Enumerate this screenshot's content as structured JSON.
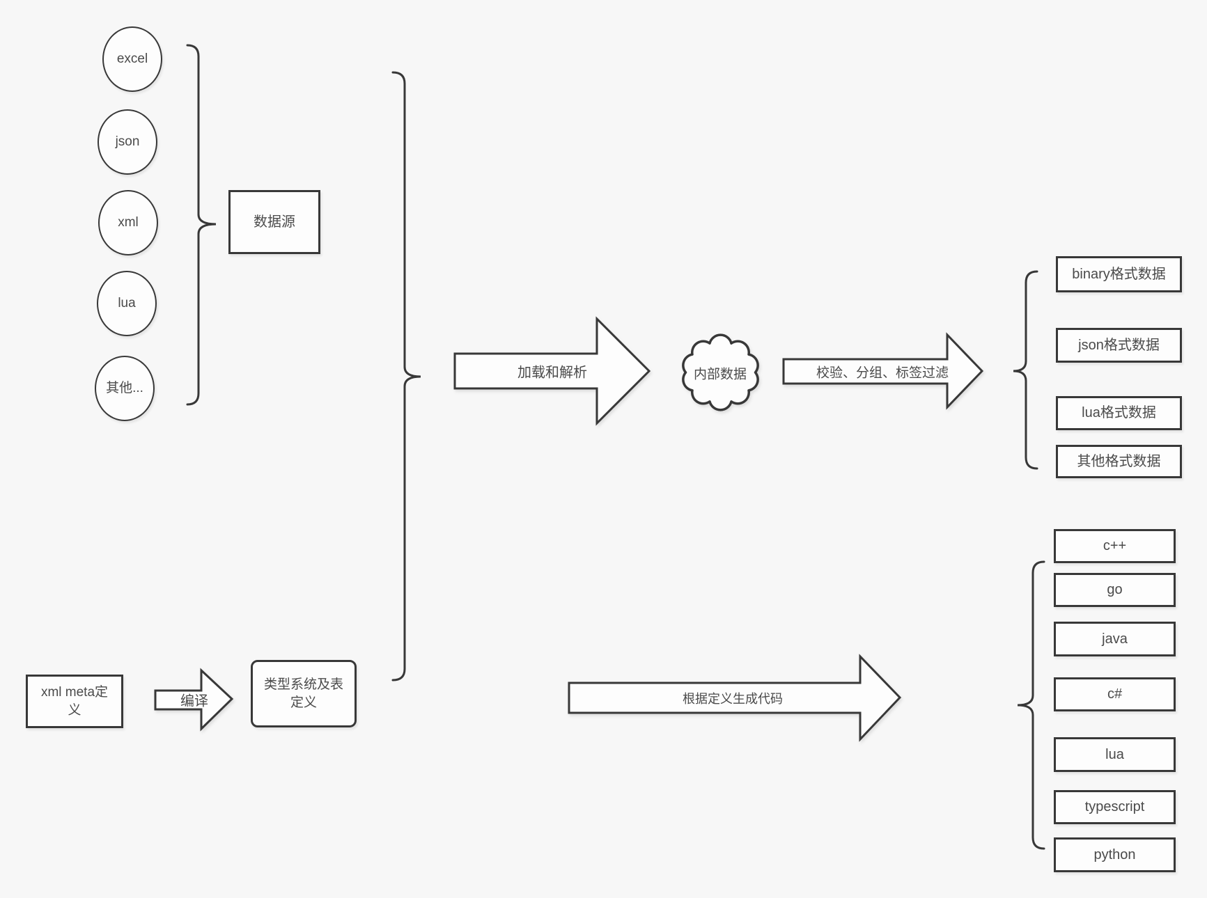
{
  "page": {
    "background_color": "#f7f7f7",
    "shape_fill_color": "#fdfdfd",
    "stroke_color": "#383838",
    "text_color": "#4a4a4a"
  },
  "data_sources": {
    "group_label": "数据源",
    "items": [
      {
        "label": "excel"
      },
      {
        "label": "json"
      },
      {
        "label": "xml"
      },
      {
        "label": "lua"
      },
      {
        "label": "其他..."
      }
    ]
  },
  "definitions": {
    "xml_meta": "xml meta定义",
    "compile_arrow": "编译",
    "type_system": "类型系统及表定义"
  },
  "process": {
    "load_parse_arrow": "加载和解析",
    "internal_data": "内部数据",
    "filter_arrow": "校验、分组、标签过滤",
    "generate_arrow": "根据定义生成代码"
  },
  "output_formats": {
    "items": [
      {
        "label": "binary格式数据"
      },
      {
        "label": "json格式数据"
      },
      {
        "label": "lua格式数据"
      },
      {
        "label": "其他格式数据"
      }
    ]
  },
  "output_languages": {
    "items": [
      {
        "label": "c++"
      },
      {
        "label": "go"
      },
      {
        "label": "java"
      },
      {
        "label": "c#"
      },
      {
        "label": "lua"
      },
      {
        "label": "typescript"
      },
      {
        "label": "python"
      }
    ]
  }
}
